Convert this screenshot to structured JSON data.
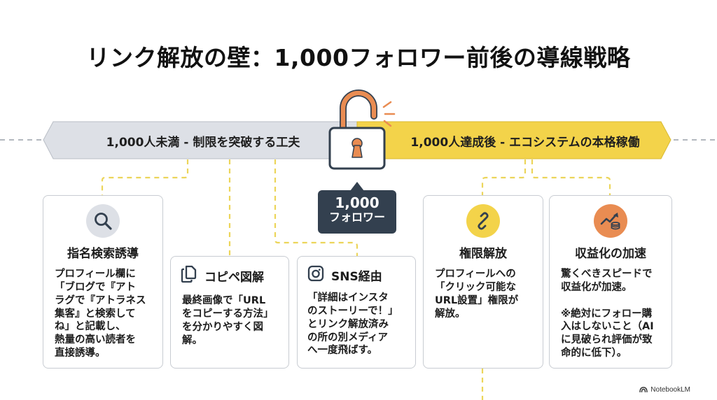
{
  "title": "リンク解放の壁：1,000フォロワー前後の導線戦略",
  "colors": {
    "gray_banner": "#dde0e6",
    "yellow_banner": "#f3d34a",
    "lock_orange": "#e98c52",
    "badge_dark": "#33404f",
    "connector_yellow": "#ecd55a",
    "card_border": "#c8ccd2"
  },
  "banners": {
    "left": {
      "label": "1,000人未満 - 制限を突破する工夫"
    },
    "right": {
      "label": "1,000人達成後 - エコシステムの本格稼働"
    }
  },
  "milestone": {
    "icon": "unlocked-padlock-icon",
    "number": "1,000",
    "unit": "フォロワー"
  },
  "cards": [
    {
      "id": "search",
      "icon": "search-icon",
      "title": "指名検索誘導",
      "body": "プロフィール欄に\n「ブログで『アト\nラグで『アトラネス\n集客』と検索して\nね」と記載し、\n熱量の高い読者を\n直接誘導。"
    },
    {
      "id": "copy",
      "icon": "copy-icon",
      "title": "コピペ図解",
      "body": "最終画像で「URL\nをコピーする方法」\nを分かりやすく図\n解。"
    },
    {
      "id": "sns",
      "icon": "instagram-icon",
      "title": "SNS経由",
      "body": "「詳細はインスタ\nのストーリーで！」\nとリンク解放済み\nの所の別メディア\nへ一度飛ばす。"
    },
    {
      "id": "unlock",
      "icon": "link-icon",
      "title": "権限解放",
      "body": "プロフィールへの\n「クリック可能な\nURL設置」権限が\n解放。"
    },
    {
      "id": "revenue",
      "icon": "revenue-growth-icon",
      "title": "収益化の加速",
      "body": "驚くべきスピードで\n収益化が加速。\n\n※絶対にフォロー購\n入はしないこと（AI\nに見破られ評価が致\n命的に低下）。"
    }
  ],
  "footer": {
    "brand": "NotebookLM"
  }
}
